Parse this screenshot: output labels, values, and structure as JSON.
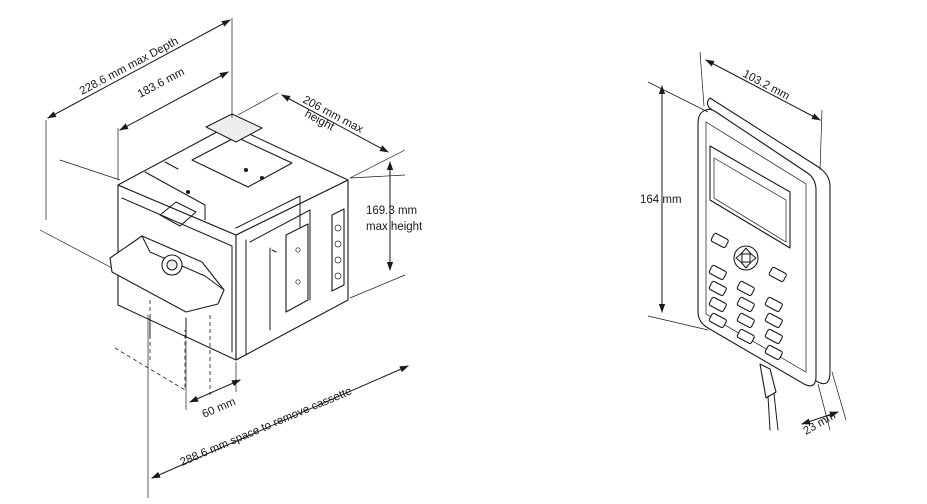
{
  "pump": {
    "depth_max_label": "228.6 mm max Depth",
    "depth_label": "183.6 mm",
    "height_max_label_line1": "206 mm max",
    "height_max_label_line2": "height",
    "height_label_line1": "169.3 mm",
    "height_label_line2": "max height",
    "gap_label": "60 mm",
    "cassette_label": "288.6 mm space to remove cassette"
  },
  "keypad": {
    "width_label": "103.2 mm",
    "height_label": "164 mm",
    "depth_label": "23 mm"
  }
}
